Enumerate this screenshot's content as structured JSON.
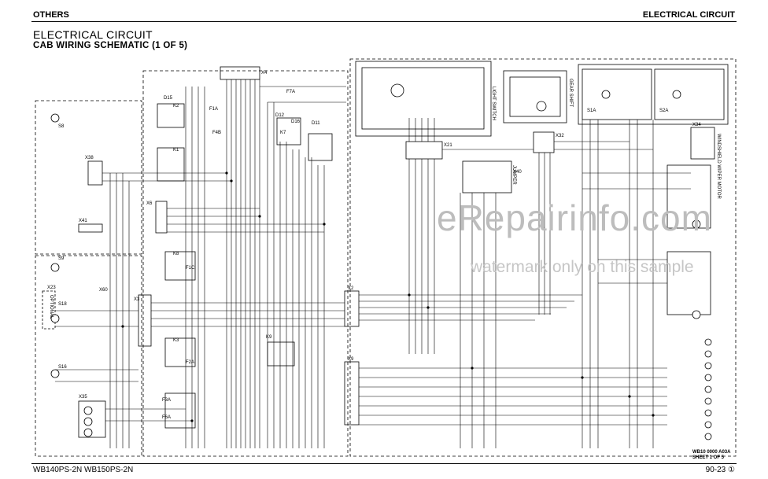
{
  "header": {
    "left": "OTHERS",
    "right": "ELECTRICAL CIRCUIT"
  },
  "title": "ELECTRICAL CIRCUIT",
  "subtitle": "CAB WIRING SCHEMATIC (1 OF 5)",
  "watermark": {
    "main": "eRepairinfo.com",
    "sub": "watermark only on this sample"
  },
  "schematic": {
    "connectors": [
      "X4",
      "X38",
      "X6",
      "X41",
      "X23",
      "X60",
      "X3",
      "X35",
      "X9",
      "X2",
      "X21",
      "X40",
      "X32",
      "X34"
    ],
    "components": [
      "F1A",
      "F4B",
      "F1C",
      "F2A",
      "F7A",
      "F3A",
      "F6A",
      "D15",
      "D16",
      "D11",
      "D12",
      "S8",
      "S9",
      "S18",
      "S16",
      "S1A",
      "S2A",
      "K9",
      "K1",
      "K2",
      "K3",
      "K7",
      "K8"
    ],
    "panel_labels": [
      "LIGHT SWITCH",
      "JUMPER",
      "GEAR SHIFT",
      "WINDSHIELD WIPER MOTOR",
      "OPTIONAL"
    ]
  },
  "sheet": {
    "code": "WB10 0000 A03A",
    "sheet_no": "SHEET 1 OF 5"
  },
  "footer": {
    "left": "WB140PS-2N WB150PS-2N",
    "right": "90-23 ①"
  }
}
